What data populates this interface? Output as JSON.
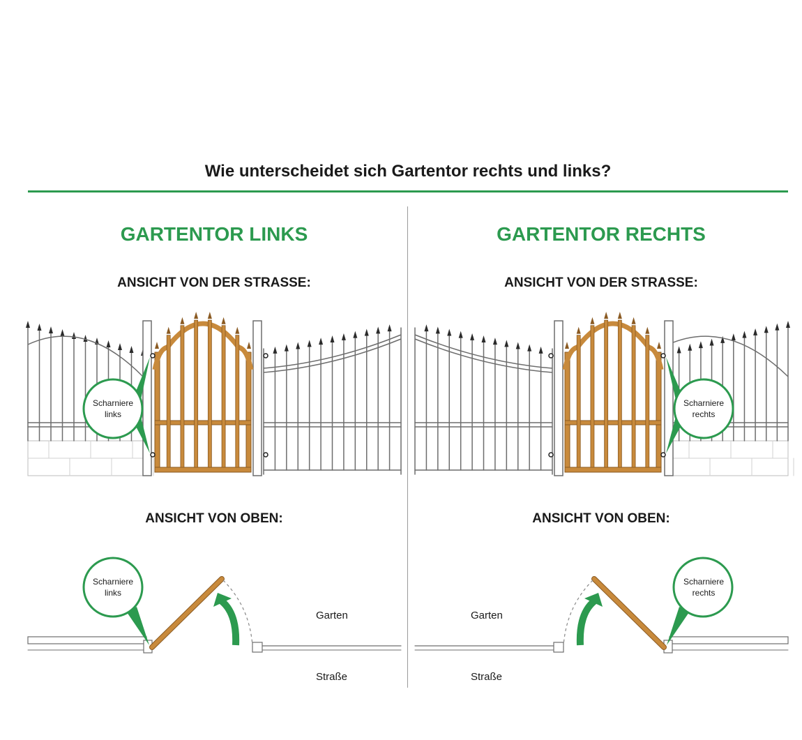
{
  "header": {
    "title": "Wie unterscheidet sich Gartentor rechts und links?"
  },
  "colors": {
    "accent_green": "#2c9a4f",
    "gate_wood": "#c88a3c",
    "gate_wood_dark": "#8a5a22",
    "line_gray": "#6d6d6d"
  },
  "left_panel": {
    "title": "GARTENTOR LINKS",
    "view_street": "ANSICHT VON DER STRASSE:",
    "view_top": "ANSICHT VON OBEN:",
    "hinge_line1": "Scharniere",
    "hinge_line2": "links",
    "garden": "Garten",
    "street": "Straße"
  },
  "right_panel": {
    "title": "GARTENTOR RECHTS",
    "view_street": "ANSICHT VON DER STRASSE:",
    "view_top": "ANSICHT VON OBEN:",
    "hinge_line1": "Scharniere",
    "hinge_line2": "rechts",
    "garden": "Garten",
    "street": "Straße"
  },
  "icons": [
    "hinge-callout-icon",
    "swing-arrow-icon"
  ]
}
